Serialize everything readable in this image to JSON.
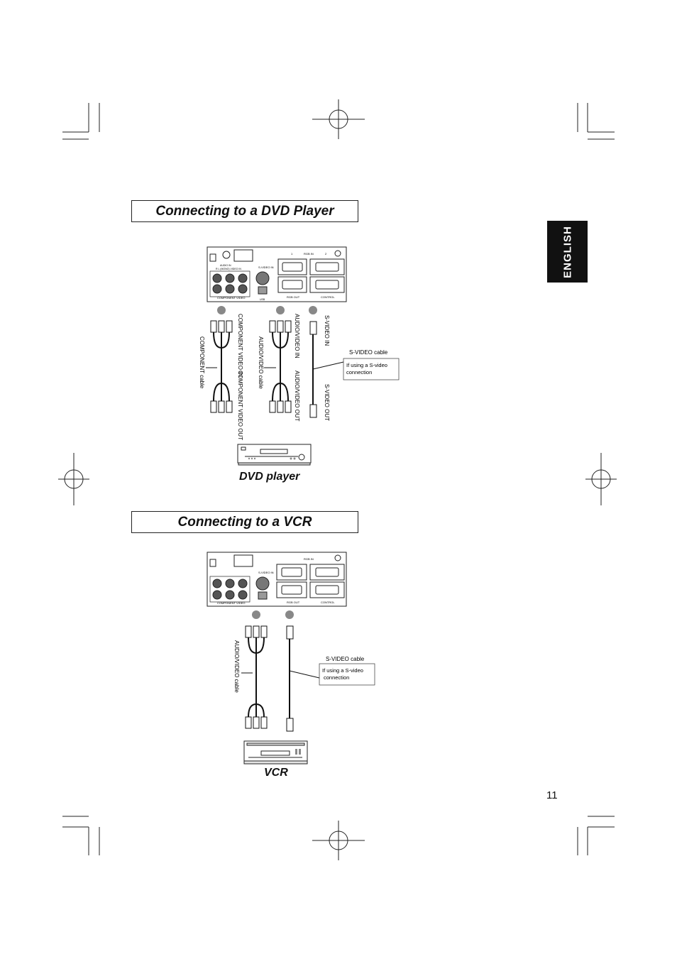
{
  "side_tab": "ENGLISH",
  "page_number": "11",
  "dvd_section": {
    "title": "Connecting to a DVD Player",
    "device_label": "DVD player",
    "component_cable": "COMPONENT cable",
    "component_in": "COMPONENT VIDEO IN",
    "component_out": "COMPONENT VIDEO OUT",
    "av_cable": "AUDIO/VIDEO cable",
    "av_in": "AUDIO/VIDEO IN",
    "av_out": "AUDIO/VIDEO OUT",
    "svideo_in": "S-VIDEO IN",
    "svideo_out": "S-VIDEO OUT",
    "svideo_cable": "S-VIDEO cable",
    "svideo_note_1": "If using a S-video",
    "svideo_note_2": "connection"
  },
  "vcr_section": {
    "title": "Connecting to a VCR",
    "device_label": "VCR",
    "av_cable": "AUDIO/VIDEO cable",
    "svideo_cable": "S-VIDEO cable",
    "svideo_note_1": "If using a S-video",
    "svideo_note_2": "connection"
  },
  "panel": {
    "rgb_in": "RGB IN",
    "rgb_out": "RGB OUT",
    "control": "CONTROL",
    "usb": "USB",
    "svideo_in": "S-VIDEO IN",
    "audio_in": "AUDIO IN",
    "audio_channels": "R    L (MONO)  VIDEO IN",
    "component_video": "COMPONENT  VIDEO",
    "port_1": "1",
    "port_2": "2"
  }
}
